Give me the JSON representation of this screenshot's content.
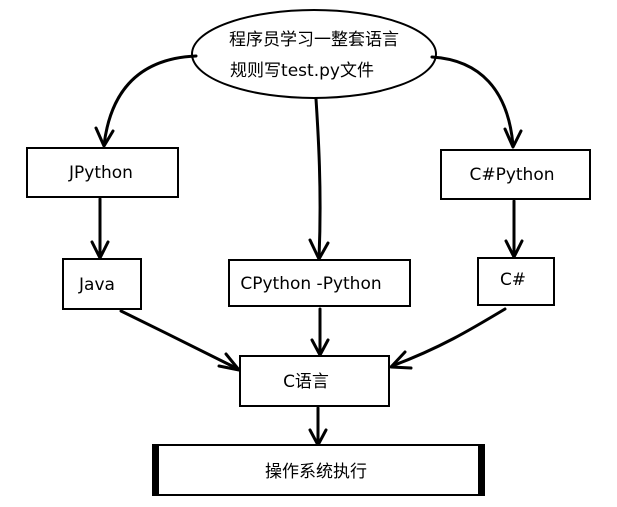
{
  "diagram": {
    "top_ellipse": {
      "line1": "程序员学习一整套语言",
      "line2": "规则写test.py文件"
    },
    "nodes": {
      "jpython": "JPython",
      "csharp_python": "C#Python",
      "java": "Java",
      "cpython": "CPython -Python",
      "csharp": "C#",
      "c_lang": "C语言",
      "os_exec": "操作系统执行"
    }
  }
}
